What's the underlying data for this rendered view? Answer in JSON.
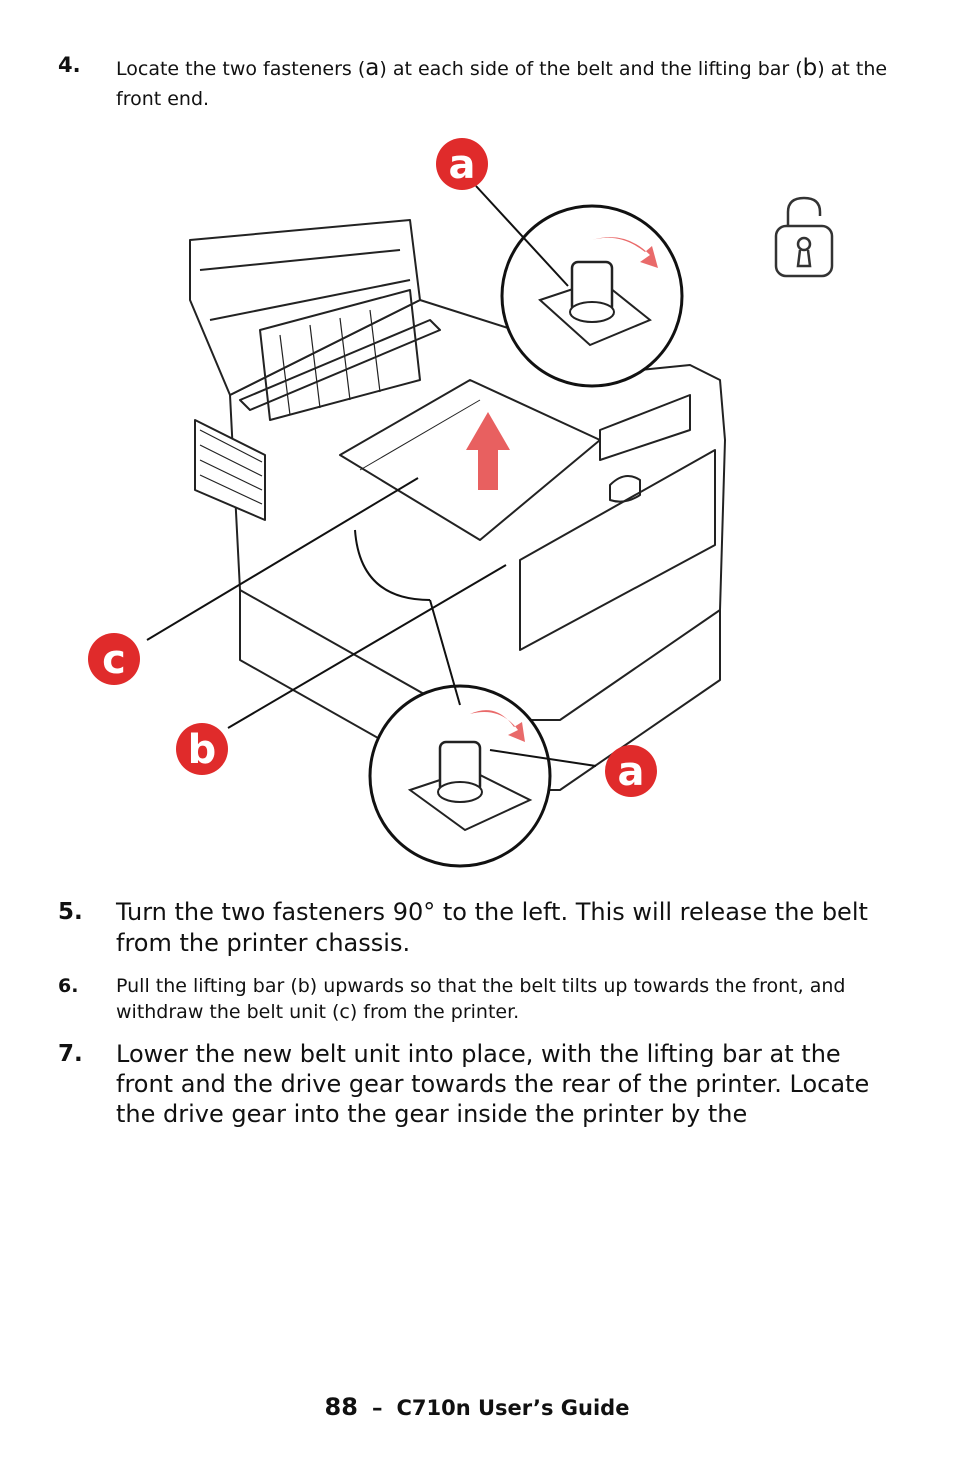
{
  "steps": [
    {
      "number": "4.",
      "text_a": "Locate the two fasteners (",
      "letter_a": "a",
      "text_b": ") at each side of the belt and the lifting bar (",
      "letter_b": "b",
      "text_c": ") at the front end."
    },
    {
      "number": "5.",
      "text": "Turn the two fasteners 90° to the left. This will release the belt from the printer chassis."
    },
    {
      "number": "6.",
      "text": "Pull the lifting bar (b) upwards so that the belt tilts up towards the front, and withdraw the belt unit (c) from the printer."
    },
    {
      "number": "7.",
      "text": "Lower the new belt unit into place, with the lifting bar at the front and the drive gear towards the rear of the printer. Locate the drive gear into the gear inside the printer by the"
    }
  ],
  "figure": {
    "callouts": [
      "a",
      "c",
      "b",
      "a"
    ],
    "icon": "unlock-icon",
    "accent_color": "#e02b2b"
  },
  "footer": {
    "page_number": "88",
    "separator": "–",
    "guide_title": "C710n User’s Guide"
  }
}
